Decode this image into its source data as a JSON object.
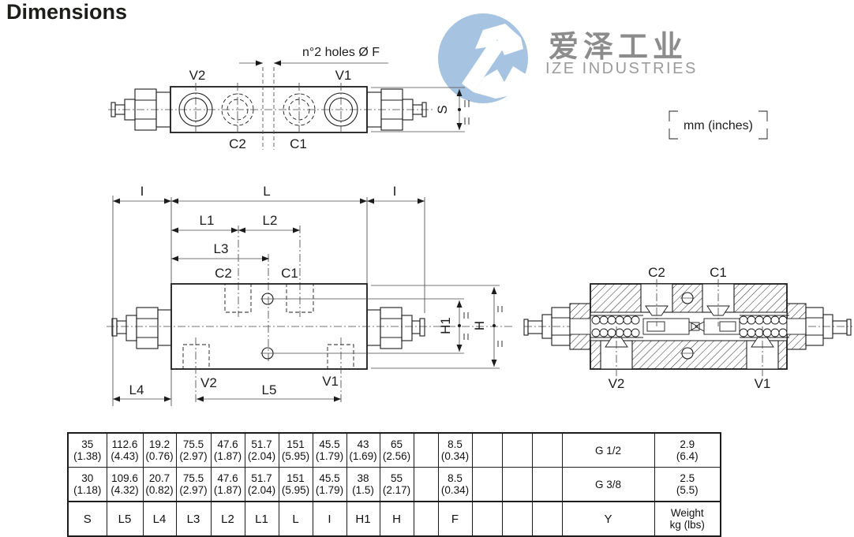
{
  "page": {
    "title": "Dimensions"
  },
  "logo": {
    "chinese": "爱泽工业",
    "english": "IZE INDUSTRIES",
    "mark_color": "#a6c4e1",
    "text_color": "#8c8c8c"
  },
  "units": {
    "label": "mm  (inches)"
  },
  "drawings": {
    "top": {
      "note": "n°2 holes Ø F",
      "v2": "V2",
      "v1": "V1",
      "c2": "C2",
      "c1": "C1",
      "s": "S"
    },
    "side": {
      "i": "I",
      "l": "L",
      "l1": "L1",
      "l2": "L2",
      "l3": "L3",
      "l4": "L4",
      "l5": "L5",
      "c2": "C2",
      "c1": "C1",
      "v2": "V2",
      "v1": "V1",
      "h1": "H1",
      "h": "H"
    },
    "section": {
      "c2": "C2",
      "c1": "C1",
      "v2": "V2",
      "v1": "V1"
    }
  },
  "table": {
    "headers": [
      [
        "S"
      ],
      [
        "L5"
      ],
      [
        "L4"
      ],
      [
        "L3"
      ],
      [
        "L2"
      ],
      [
        "L1"
      ],
      [
        "L"
      ],
      [
        "I"
      ],
      [
        "H1"
      ],
      [
        "H"
      ],
      [
        ""
      ],
      [
        "F"
      ],
      [
        ""
      ],
      [
        ""
      ],
      [
        ""
      ],
      [
        "Y"
      ],
      [
        "Weight",
        "kg (lbs)"
      ]
    ],
    "rows": [
      {
        "cells": [
          [
            "35",
            "(1.38)"
          ],
          [
            "112.6",
            "(4.43)"
          ],
          [
            "19.2",
            "(0.76)"
          ],
          [
            "75.5",
            "(2.97)"
          ],
          [
            "47.6",
            "(1.87)"
          ],
          [
            "51.7",
            "(2.04)"
          ],
          [
            "151",
            "(5.95)"
          ],
          [
            "45.5",
            "(1.79)"
          ],
          [
            "43",
            "(1.69)"
          ],
          [
            "65",
            "(2.56)"
          ],
          [
            "",
            ""
          ],
          [
            "8.5",
            "(0.34)"
          ],
          [
            "",
            ""
          ],
          [
            "",
            ""
          ],
          [
            "",
            ""
          ],
          [
            "G 1/2",
            ""
          ],
          [
            "2.9",
            "(6.4)"
          ]
        ]
      },
      {
        "cells": [
          [
            "30",
            "(1.18)"
          ],
          [
            "109.6",
            "(4.32)"
          ],
          [
            "20.7",
            "(0.82)"
          ],
          [
            "75.5",
            "(2.97)"
          ],
          [
            "47.6",
            "(1.87)"
          ],
          [
            "51.7",
            "(2.04)"
          ],
          [
            "151",
            "(5.95)"
          ],
          [
            "45.5",
            "(1.79)"
          ],
          [
            "38",
            "(1.5)"
          ],
          [
            "55",
            "(2.17)"
          ],
          [
            "",
            ""
          ],
          [
            "8.5",
            "(0.34)"
          ],
          [
            "",
            ""
          ],
          [
            "",
            ""
          ],
          [
            "",
            ""
          ],
          [
            "G 3/8",
            ""
          ],
          [
            "2.5",
            "(5.5)"
          ]
        ]
      }
    ]
  }
}
